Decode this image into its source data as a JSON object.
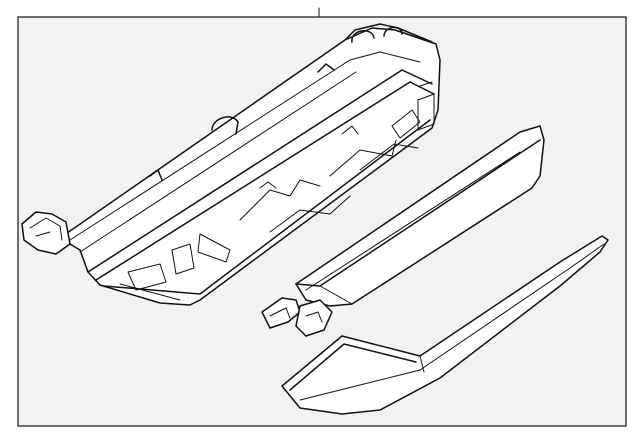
{
  "diagram": {
    "background": "#f2f2f2",
    "stroke": "#111111",
    "parts": [
      {
        "id": "housing",
        "icon": "lamp-housing"
      },
      {
        "id": "upper-lens",
        "icon": "lens-strip"
      },
      {
        "id": "lower-trim",
        "icon": "trim-piece"
      }
    ]
  }
}
